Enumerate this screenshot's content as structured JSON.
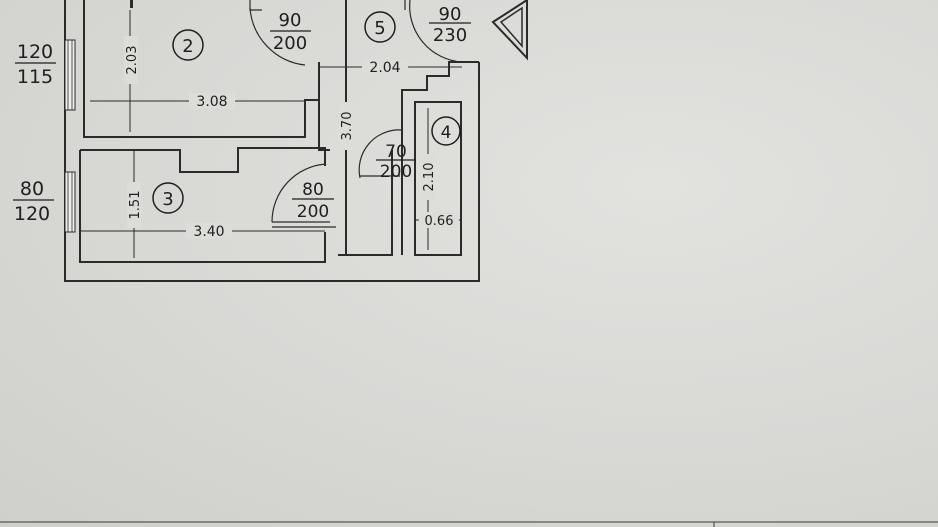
{
  "rooms": [
    {
      "id": "2"
    },
    {
      "id": "3"
    },
    {
      "id": "4"
    },
    {
      "id": "5"
    }
  ],
  "dimensions": {
    "room2_height": "2.03",
    "room2_width": "3.08",
    "room3_height": "1.51",
    "room3_width": "3.40",
    "corridor_length": "3.70",
    "corridor_width": "2.04",
    "room4_height": "2.10",
    "room4_width": "0.66"
  },
  "windows": [
    {
      "width": "120",
      "height": "115"
    },
    {
      "width": "80",
      "height": "120"
    }
  ],
  "doors": [
    {
      "width": "90",
      "height": "200"
    },
    {
      "width": "90",
      "height": "230"
    },
    {
      "width": "70",
      "height": "200"
    },
    {
      "width": "80",
      "height": "200"
    }
  ]
}
